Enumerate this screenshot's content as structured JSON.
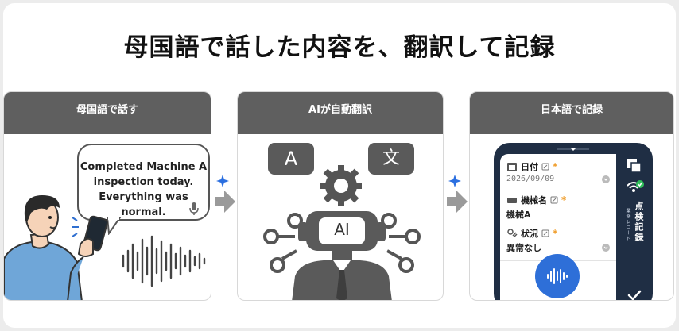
{
  "title": "母国語で話した内容を、翻訳して記録",
  "panels": [
    {
      "header": "母国語で話す",
      "bubble_lines": [
        "Completed Machine A",
        "inspection today.",
        "Everything was normal."
      ]
    },
    {
      "header": "AIが自動翻訳",
      "source_label": "A",
      "target_label": "文",
      "ai_label": "AI"
    },
    {
      "header": "日本語で記録",
      "fields": [
        {
          "label": "日付",
          "value": "2026/09/09"
        },
        {
          "label": "機械名",
          "value": "機械A"
        },
        {
          "label": "状況",
          "value": "異常なし"
        }
      ],
      "required_mark": "*",
      "side_title": "点検記録",
      "side_subtitle": "業務レコード"
    }
  ],
  "colors": {
    "header_bg": "#5f5f5f",
    "phone_bg": "#1f2e44",
    "accent_blue": "#2e6fd8",
    "required": "#f0a030",
    "check_green": "#2fbf5a",
    "sparkle": "#2b6fe0"
  }
}
